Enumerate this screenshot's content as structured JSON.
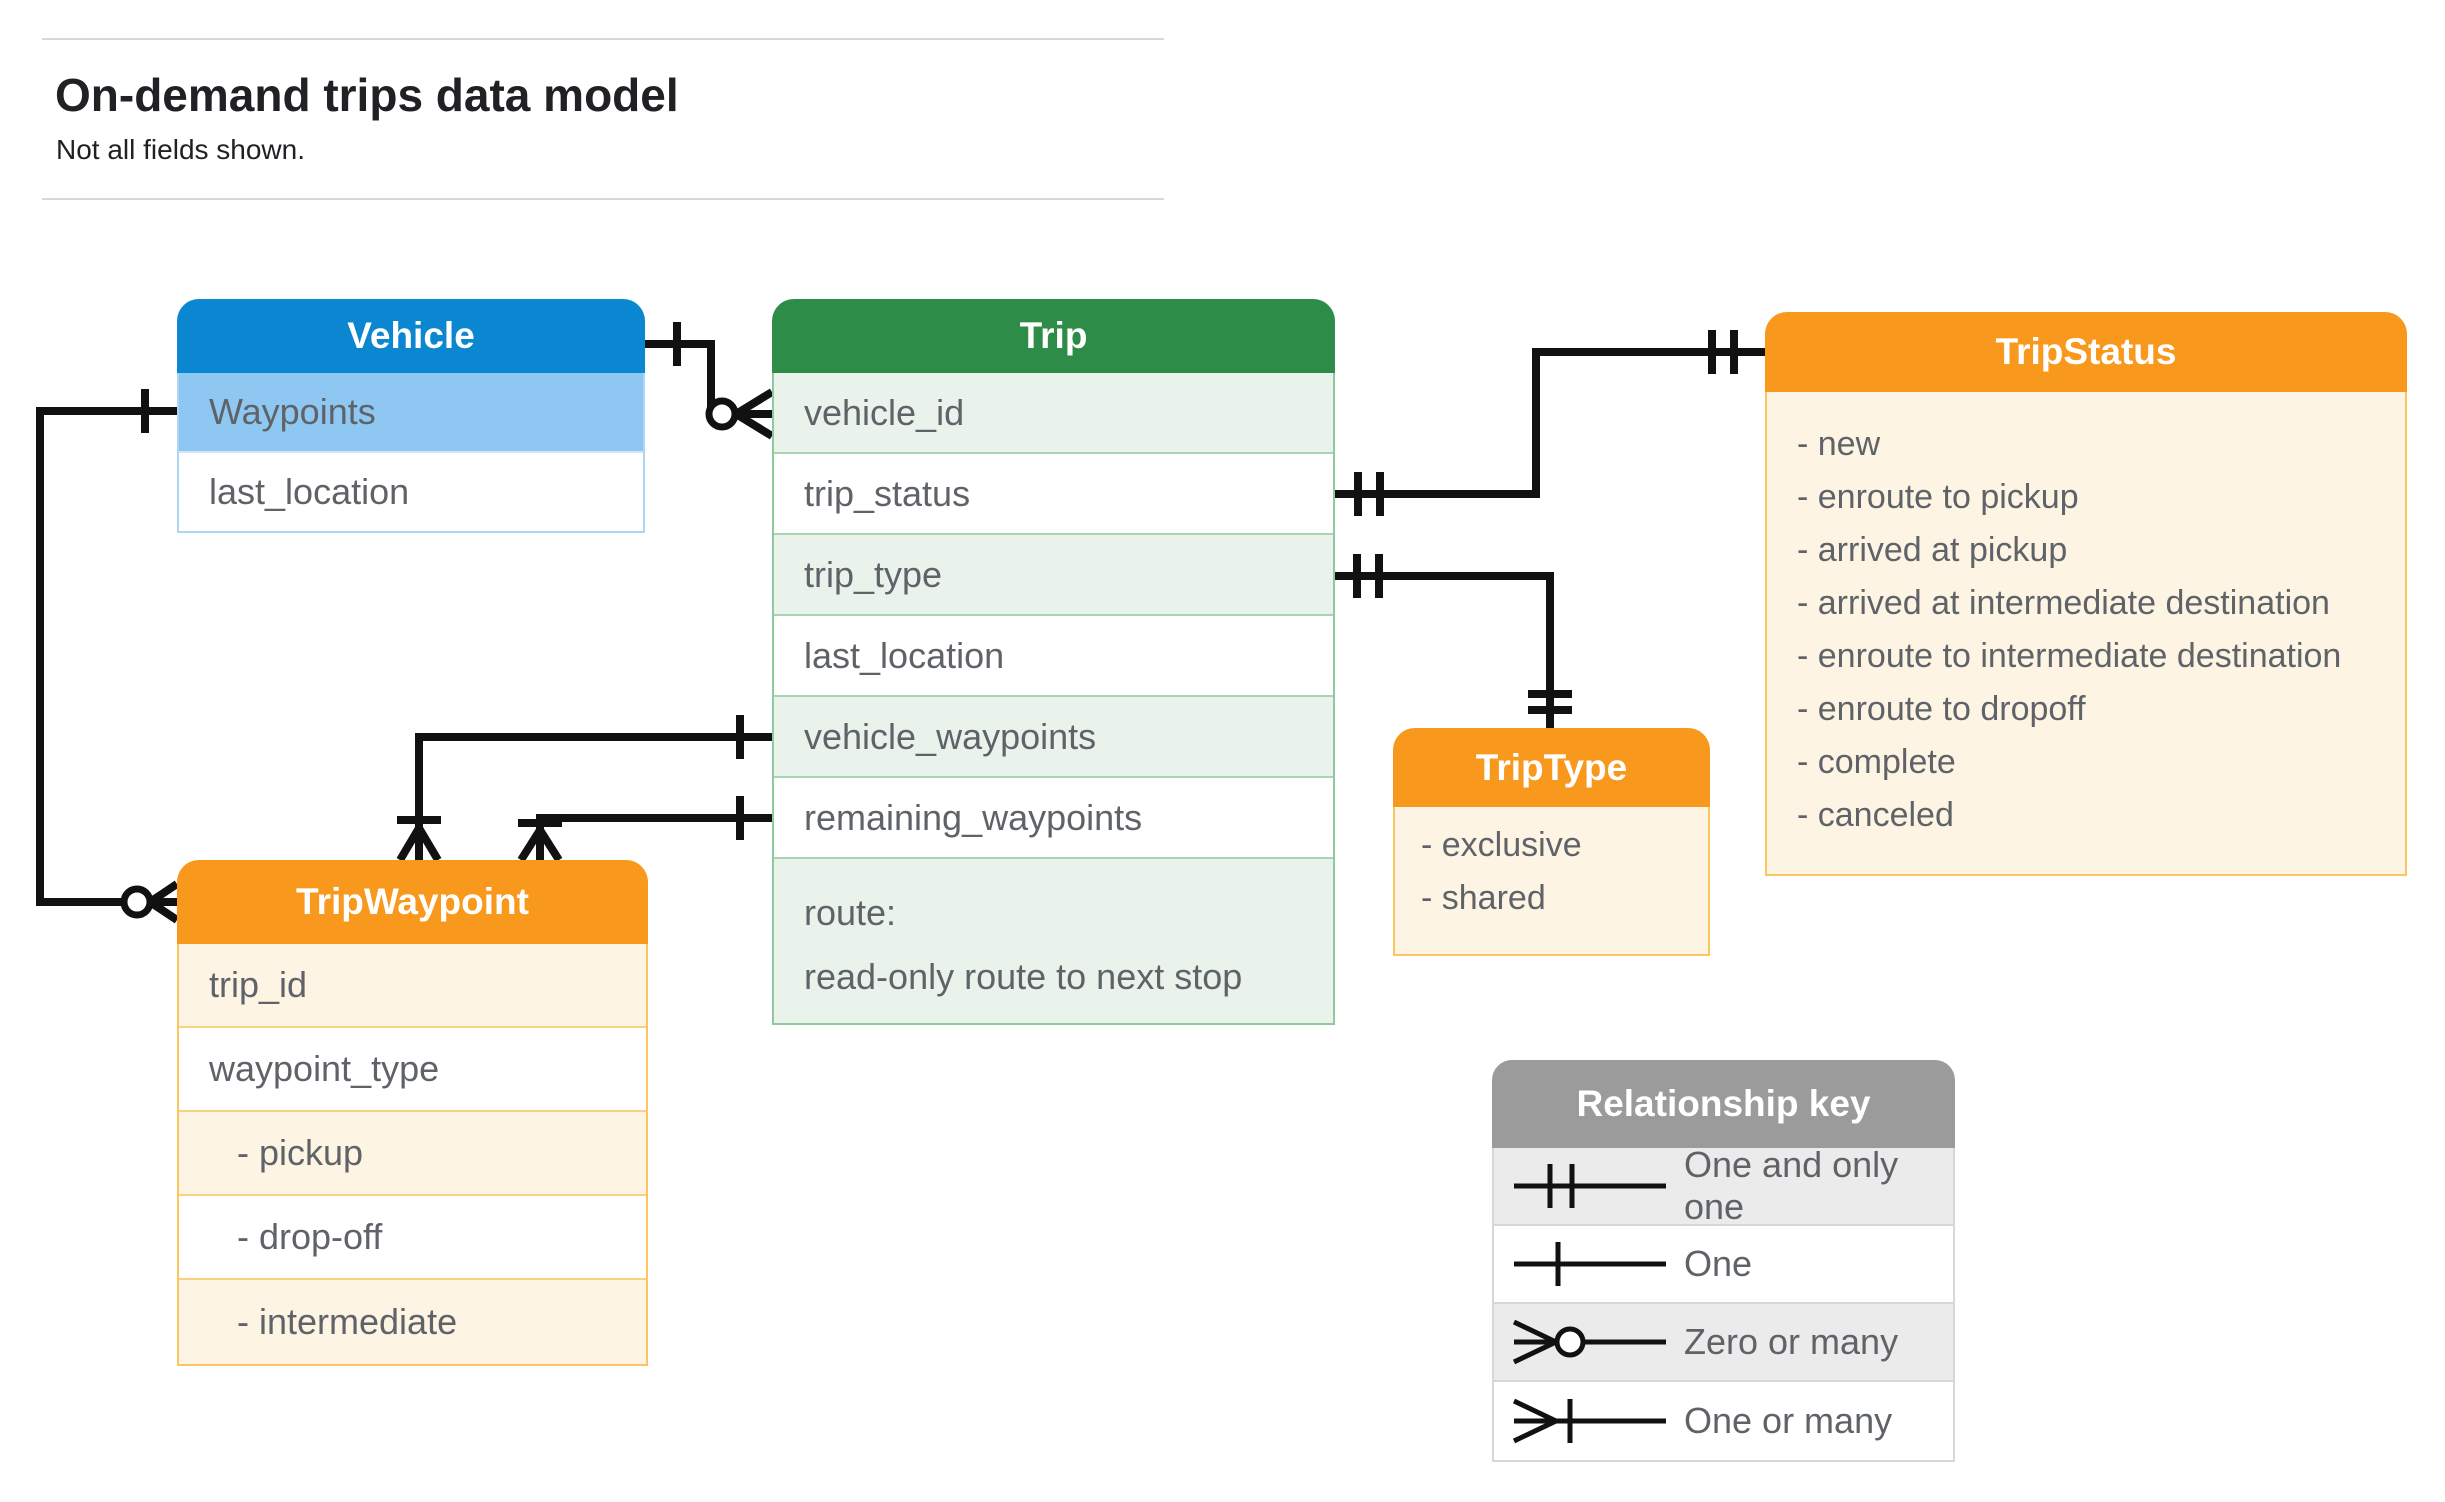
{
  "header": {
    "title": "On-demand trips data model",
    "subtitle": "Not all fields shown."
  },
  "entities": {
    "vehicle": {
      "title": "Vehicle",
      "fields": [
        "Waypoints",
        "last_location"
      ]
    },
    "trip": {
      "title": "Trip",
      "fields": [
        "vehicle_id",
        "trip_status",
        "trip_type",
        "last_location",
        "vehicle_waypoints",
        "remaining_waypoints"
      ],
      "route": [
        "route:",
        "read-only route to next stop"
      ]
    },
    "trip_status": {
      "title": "TripStatus",
      "values": [
        "- new",
        "- enroute to pickup",
        "- arrived at pickup",
        "- arrived at intermediate destination",
        "- enroute to intermediate destination",
        "- enroute to dropoff",
        "- complete",
        "- canceled"
      ]
    },
    "trip_type": {
      "title": "TripType",
      "values": [
        "- exclusive",
        "- shared"
      ]
    },
    "trip_waypoint": {
      "title": "TripWaypoint",
      "fields": [
        "trip_id",
        "waypoint_type",
        "- pickup",
        "- drop-off",
        "- intermediate"
      ]
    }
  },
  "relationships": [
    {
      "from": "Vehicle",
      "to": "Trip.vehicle_id",
      "from_cardinality": "one",
      "to_cardinality": "zero-or-many"
    },
    {
      "from": "Vehicle.Waypoints",
      "to": "TripWaypoint",
      "from_cardinality": "one",
      "to_cardinality": "zero-or-many"
    },
    {
      "from": "Trip.trip_status",
      "to": "TripStatus",
      "cardinality": "one-and-only-one"
    },
    {
      "from": "Trip.trip_type",
      "to": "TripType",
      "cardinality": "one-and-only-one"
    },
    {
      "from": "Trip.vehicle_waypoints",
      "to": "TripWaypoint",
      "from_cardinality": "one",
      "to_cardinality": "one-or-many"
    },
    {
      "from": "Trip.remaining_waypoints",
      "to": "TripWaypoint",
      "from_cardinality": "one",
      "to_cardinality": "one-or-many"
    }
  ],
  "legend": {
    "title": "Relationship key",
    "rows": [
      {
        "symbol": "one-and-only-one",
        "label": "One and only one"
      },
      {
        "symbol": "one",
        "label": "One"
      },
      {
        "symbol": "zero-or-many",
        "label": "Zero or many"
      },
      {
        "symbol": "one-or-many",
        "label": "One or many"
      }
    ]
  },
  "colors": {
    "vehicle_header": "#0b87d1",
    "vehicle_highlight_row": "#8ec8f2",
    "trip_header": "#2e8c49",
    "trip_row": "#e9f3ec",
    "enum_header": "#f8991d",
    "enum_body": "#fdf4e4",
    "legend_header": "#9b9b9b",
    "legend_alt_row": "#ebebeb",
    "field_text": "#5f6368",
    "connector": "#111111"
  }
}
